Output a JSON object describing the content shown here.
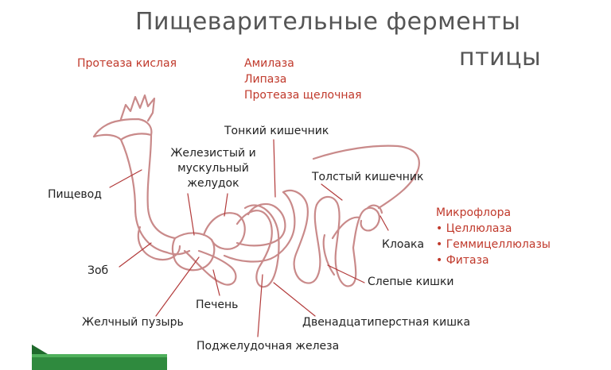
{
  "title": {
    "line1": "Пищеварительные ферменты",
    "line2": "птицы"
  },
  "enzymes": {
    "crop_stomach": "Протеаза кислая",
    "intestine": [
      "Амилаза",
      "Липаза",
      "Протеаза щелочная"
    ]
  },
  "labels": {
    "esophagus": "Пищевод",
    "crop": "Зоб",
    "stomach": [
      "Железистый и",
      "мускульный",
      "желудок"
    ],
    "small_intestine": "Тонкий кишечник",
    "large_intestine": "Толстый кишечник",
    "cloaca": "Клоака",
    "ceca": "Слепые кишки",
    "liver": "Печень",
    "gallbladder": "Желчный пузырь",
    "duodenum": "Двенадцатиперстная кишка",
    "pancreas": "Поджелудочная железа"
  },
  "microflora": {
    "heading": "Микрофлора",
    "items": [
      "Целлюлаза",
      "Геммицеллюлазы",
      "Фитаза"
    ]
  },
  "colors": {
    "enzyme_text": "#c0392b",
    "title_text": "#555555",
    "outline": "#c98a8a",
    "leader": "#b23a3a",
    "corner_green": "#2f8a3e"
  },
  "icons": {
    "bullet": "bullet-dot"
  }
}
